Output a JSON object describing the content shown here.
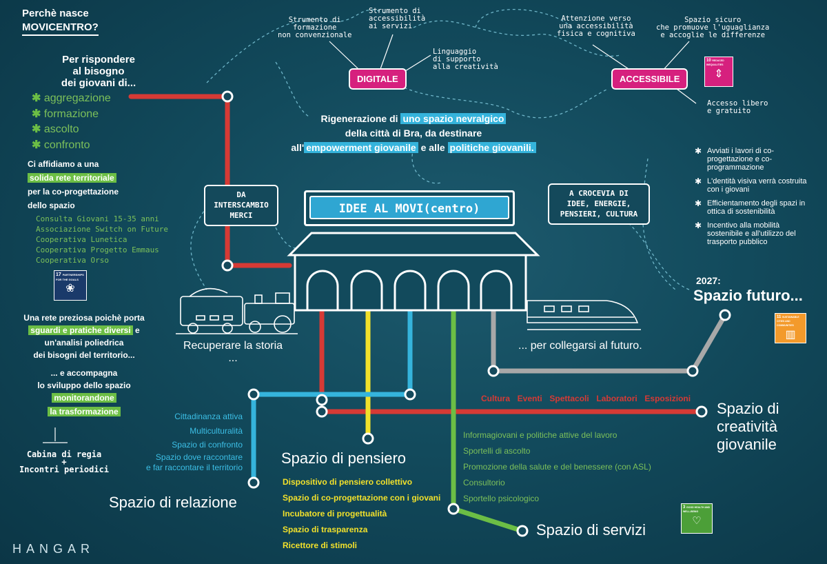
{
  "header": {
    "question_line1": "Perchè nasce",
    "question_line2": "MOVICENTRO?",
    "answer_line1": "Per rispondere",
    "answer_line2": "al bisogno",
    "answer_line3": "dei giovani di..."
  },
  "needs": [
    "aggregazione",
    "formazione",
    "ascolto",
    "confronto"
  ],
  "network": {
    "line1": "Ci affidiamo a una",
    "highlight": "solida  rete territoriale",
    "line3": "per la co-progettazione",
    "line4": "dello spazio",
    "partners": [
      "Consulta Giovani 15-35 anni",
      "Associazione Switch on Future",
      "Cooperativa Lunetica",
      "Cooperativa Progetto Emmaus",
      "Cooperativa Orso"
    ]
  },
  "sdg17": {
    "number": "17",
    "text": "PARTNERSHIPS FOR THE GOALS"
  },
  "precious": {
    "line1": "Una rete preziosa poichè porta",
    "highlight": "sguardi e pratiche diversi",
    "after_highlight": " e",
    "line3": "un'analisi poliedrica",
    "line4": "dei bisogni del territorio...",
    "line5": "... e accompagna",
    "line6": "lo sviluppo dello spazio",
    "highlight2": "monitorandone",
    "highlight3": "la trasformazione"
  },
  "cabina": {
    "line1": "Cabina di regia",
    "plus": "+",
    "line2": "Incontri periodici"
  },
  "brand": "HANGAR",
  "digitale": {
    "tag": "DIGITALE",
    "n1": "Strumento di\nformazione\nnon convenzionale",
    "n2": "Strumento di\naccessibilità\nai servizi",
    "n3": "Linguaggio\ndi supporto\nalla creatività"
  },
  "accessibile": {
    "tag": "ACCESSIBILE",
    "n1": "Attenzione verso\nuna accessibilità\nfisica e cognitiva",
    "n2": "Spazio sicuro\nche promuove l'uguaglianza\ne accoglie le differenze",
    "n3": "Accesso libero\ne gratuito"
  },
  "sdg10": {
    "number": "10",
    "text": "REDUCED INEQUALITIES"
  },
  "regeneration": {
    "p1": "Rigenerazione di ",
    "h1": "uno spazio nevralgico",
    "p2": "della città di Bra, da destinare",
    "p3": "all'",
    "h2": "empowerment giovanile",
    "p4": " e alle ",
    "h3": "politiche giovanili."
  },
  "right_list": [
    "Avviati i lavori di co-progettazione e co-programmazione",
    "L'dentità visiva verrà costruita con i giovani",
    "Efficientamento degli spazi in ottica di sostenibilità",
    "Incentivo alla mobilità sostenibile e all'utilizzo del trasporto pubblico"
  ],
  "box_left": "DA\nINTERSCAMBIO\nMERCI",
  "box_right": "A CROCEVIA DI\nIDEE, ENERGIE,\nPENSIERI, CULTURA",
  "sign": "IDEE AL MOVI(centro)",
  "future": {
    "year": "2027:",
    "title": "Spazio futuro..."
  },
  "sdg11": {
    "number": "11",
    "text": "SUSTAINABLE CITIES AND COMMUNITIES"
  },
  "recover": {
    "line1": "Recuperare la storia",
    "line2": "..."
  },
  "connect": "... per collegarsi al futuro.",
  "creativita": {
    "items": [
      "Cultura",
      "Eventi",
      "Spettacoli",
      "Laboratori",
      "Esposizioni"
    ],
    "title1": "Spazio di",
    "title2": "creatività",
    "title3": "giovanile"
  },
  "relazione": {
    "items": [
      "Cittadinanza attiva",
      "Multiculturalità",
      "Spazio di confronto",
      "Spazio dove raccontare",
      "e far raccontare il territorio"
    ],
    "title": "Spazio di relazione"
  },
  "pensiero": {
    "title": "Spazio di pensiero",
    "items": [
      "Dispositivo di pensiero collettivo",
      "Spazio di co-progettazione con i giovani",
      "Incubatore di progettualità",
      "Spazio di trasparenza",
      "Ricettore di stimoli"
    ]
  },
  "servizi": {
    "items": [
      "Informagiovani e politiche attive del lavoro",
      "Sportelli di ascolto",
      "Promozione della salute e del benessere (con ASL)",
      "Consultorio",
      "Sportello psicologico"
    ],
    "title": "Spazio di servizi"
  },
  "sdg3": {
    "number": "3",
    "text": "GOOD HEALTH AND WELL-BEING"
  },
  "colors": {
    "red": "#d63a35",
    "yellow": "#f2e12b",
    "cyan": "#35b4dc",
    "green": "#6cbe45",
    "grey": "#a8a8a8",
    "pink": "#d6207e",
    "text_green": "#7cc05a",
    "text_cyan": "#3cbfe6"
  }
}
